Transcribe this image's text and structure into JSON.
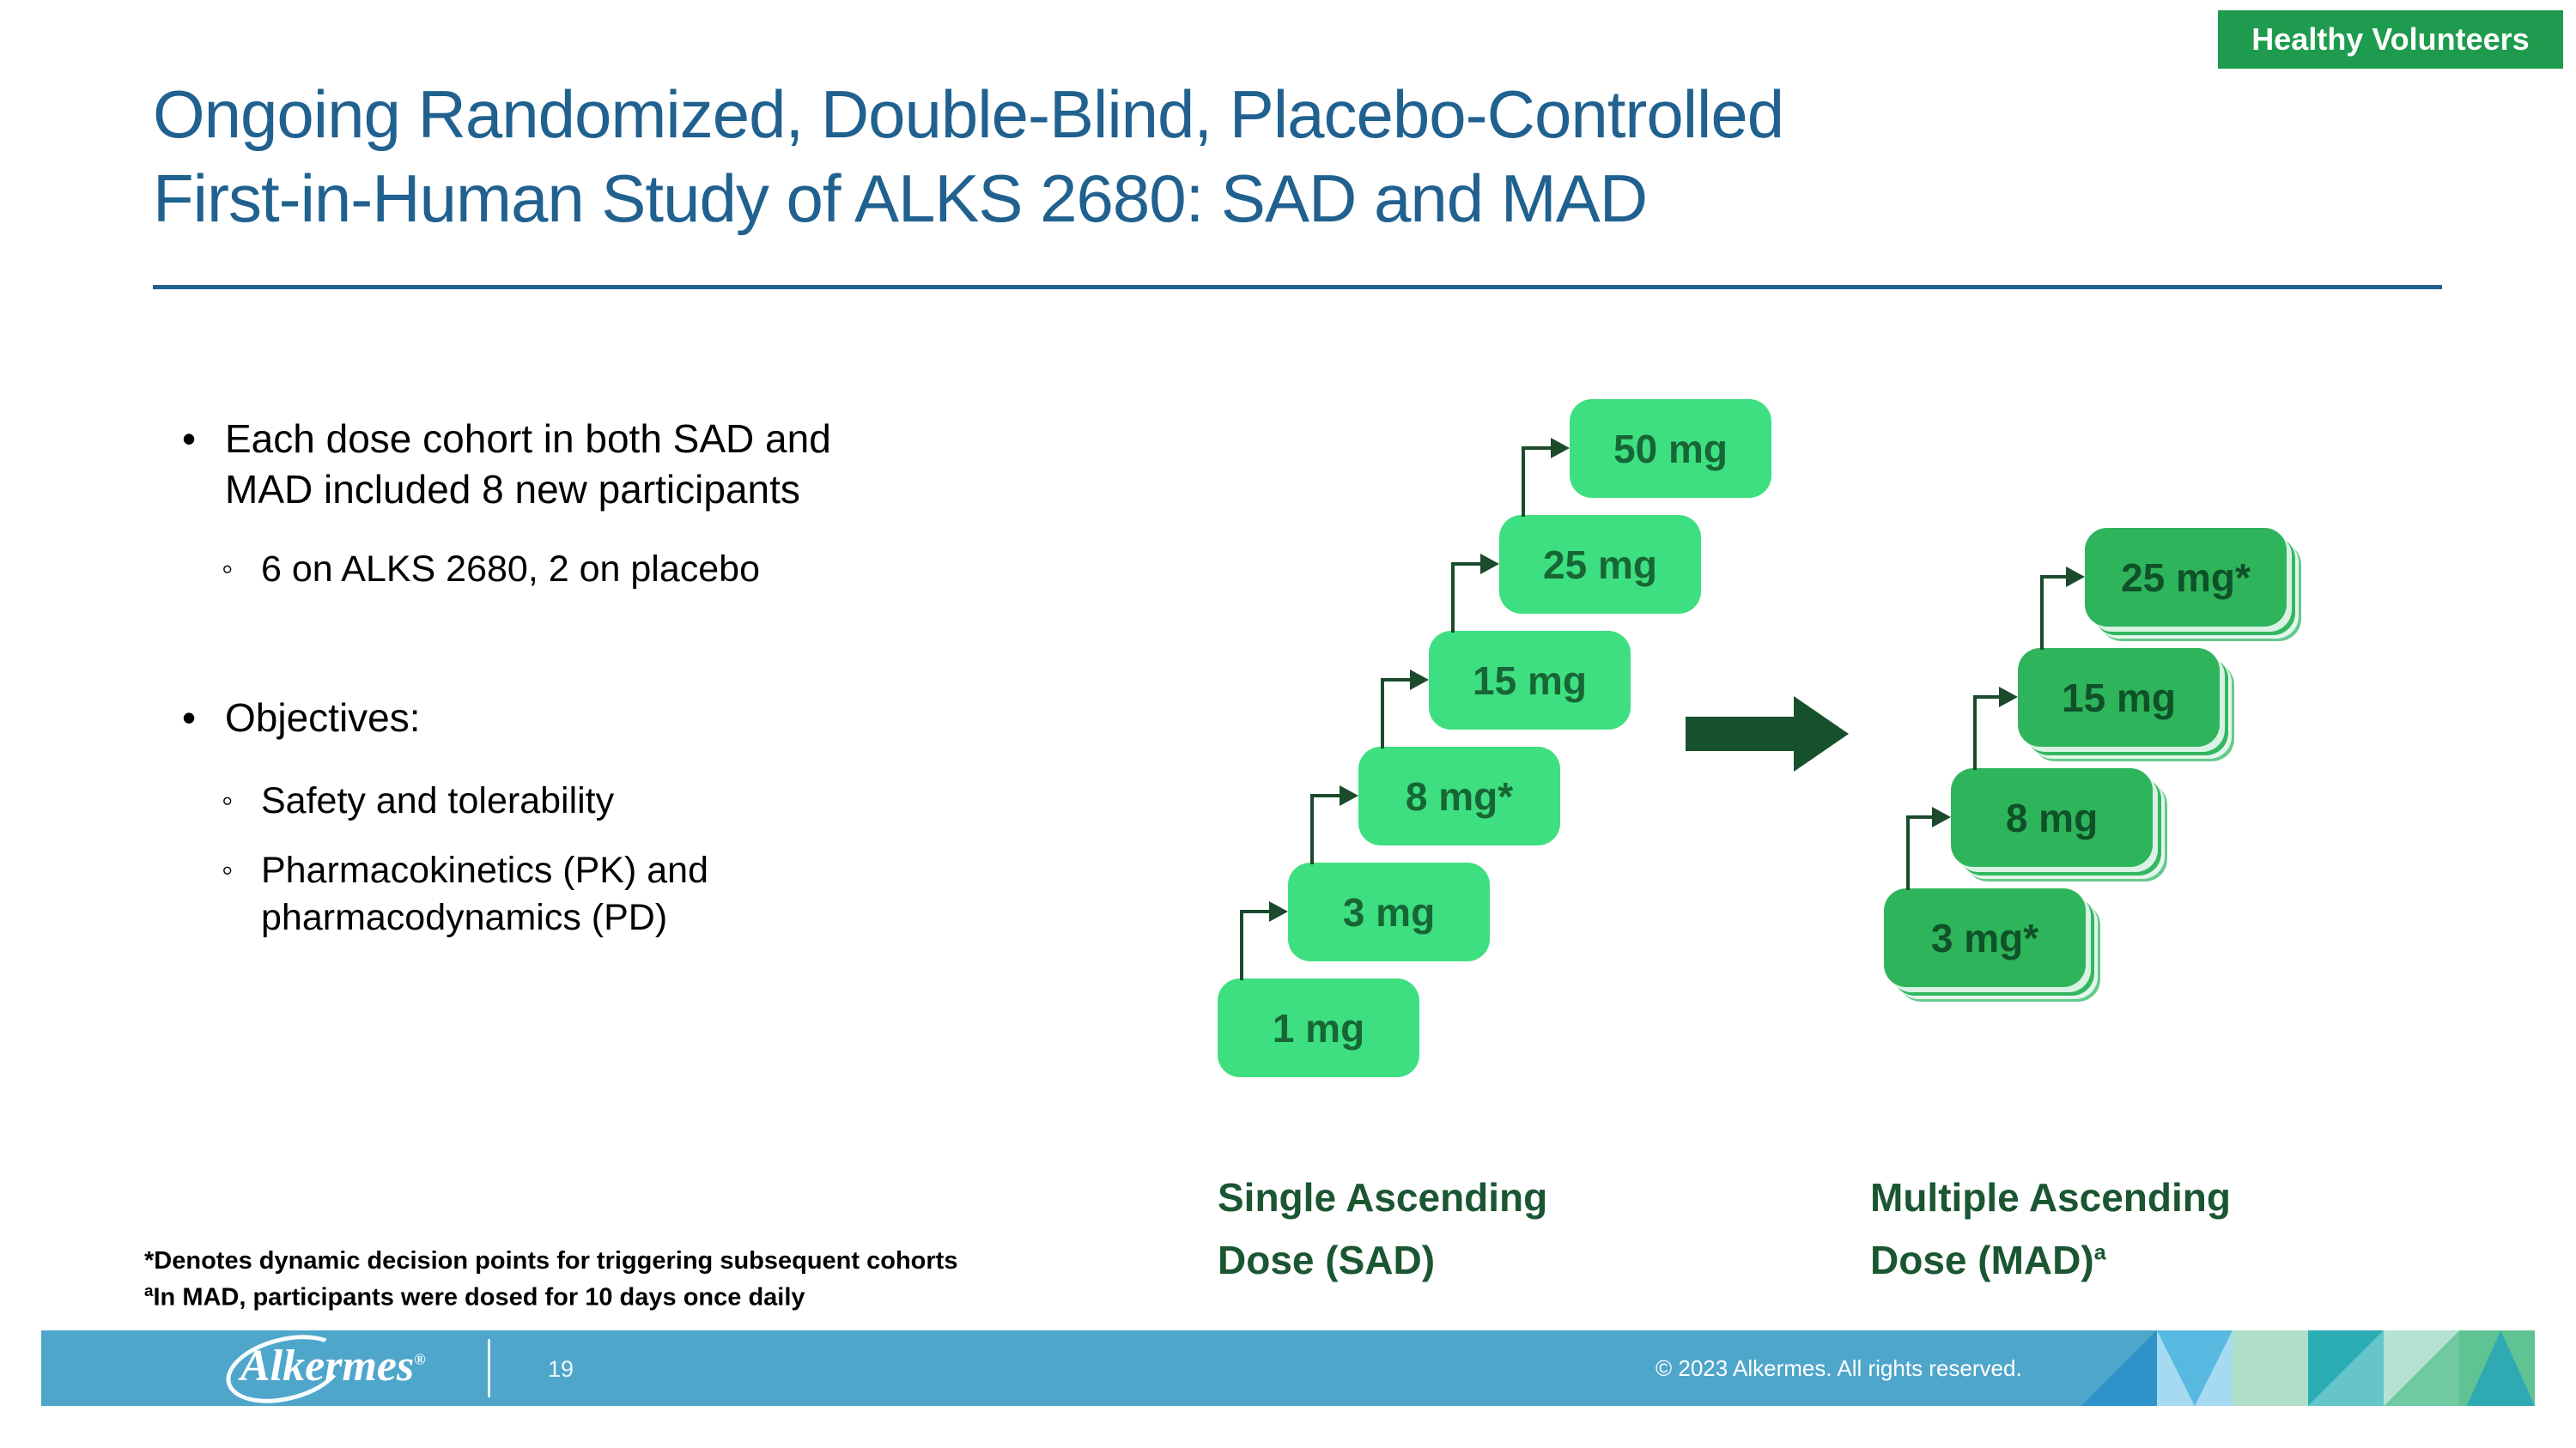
{
  "badge": {
    "label": "Healthy Volunteers",
    "bg_color": "#1E9B4E"
  },
  "title": {
    "line1": "Ongoing Randomized, Double-Blind, Placebo-Controlled",
    "line2": "First-in-Human Study of ALKS 2680: SAD and MAD",
    "color": "#20618F"
  },
  "bullets": {
    "item1_text": "Each dose cohort in both SAD and\nMAD included 8 new participants",
    "item1_sub1": "6 on ALKS 2680, 2 on placebo",
    "item2_text": "Objectives:",
    "item2_sub1": "Safety and tolerability",
    "item2_sub2": "Pharmacokinetics (PK) and\npharmacodynamics (PD)"
  },
  "diagram": {
    "sad": {
      "doses": [
        "1 mg",
        "3 mg",
        "8 mg*",
        "15 mg",
        "25 mg",
        "50 mg"
      ],
      "label": "Single Ascending\nDose (SAD)",
      "box_color": "#3EDF80",
      "text_color": "#176636"
    },
    "mad": {
      "doses": [
        "3 mg*",
        "8 mg",
        "15 mg",
        "25 mg*"
      ],
      "label_main": "Multiple Ascending\nDose (MAD)",
      "label_sup": "a",
      "box_color": "#2EB45B",
      "text_color": "#0F5128"
    },
    "connector_color": "#1B4A2C",
    "arrow_color": "#17502C"
  },
  "footnotes": {
    "line1": "*Denotes dynamic decision points for triggering subsequent cohorts",
    "line2_sup": "a",
    "line2_text": "In MAD, participants were dosed for 10 days once daily"
  },
  "footer": {
    "logo": "Alkermes",
    "logo_mark": "®",
    "page_number": "19",
    "copyright": "© 2023 Alkermes. All rights reserved.",
    "bar_color": "#4FA6CB",
    "deco": [
      {
        "shape": "diag2",
        "a": "#4FA6CB",
        "b": "#2E93C9"
      },
      {
        "shape": "vee",
        "a": "#A6DAF0",
        "b": "#57B8E0"
      },
      {
        "shape": "solid",
        "a": "#AFDFC9",
        "b": "#AFDFC9"
      },
      {
        "shape": "diag2",
        "a": "#2CADB5",
        "b": "#65C5CA"
      },
      {
        "shape": "diag3",
        "a": "#6FC9A1",
        "b": "#B5E2D2"
      },
      {
        "shape": "peak",
        "a": "#5FC394",
        "b": "#2FA9B2"
      }
    ]
  }
}
